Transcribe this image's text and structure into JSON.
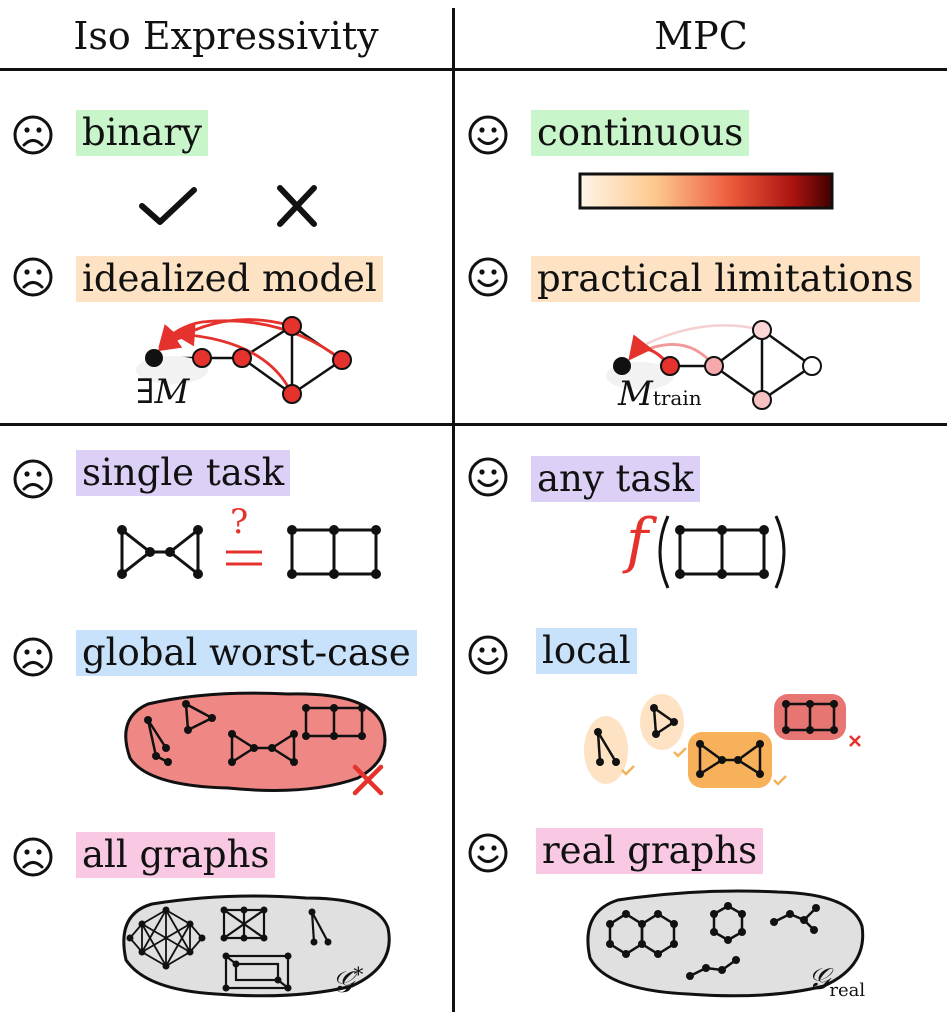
{
  "columns": {
    "left_title": "Iso Expressivity",
    "right_title": "MPC"
  },
  "rows": [
    {
      "left": "binary",
      "right": "continuous"
    },
    {
      "left": "idealized model",
      "right": "practical limitations"
    },
    {
      "left": "single task",
      "right": "any task"
    },
    {
      "left": "global worst-case",
      "right": "local"
    },
    {
      "left": "all graphs",
      "right": "real graphs"
    }
  ],
  "annotations": {
    "exists_model": "∃M",
    "trained_model_main": "M",
    "trained_model_sub": "train",
    "question_equal": "?",
    "function_symbol": "f",
    "all_graphs_symbol": "𝒢",
    "all_graphs_sup": "*",
    "real_graphs_symbol": "𝒢",
    "real_graphs_sub": "real"
  },
  "colors": {
    "accent_red": "#e5322d",
    "check_orange": "#f2b35a",
    "green_highlight": "#c8f5c9",
    "peach_highlight": "#fde2c4",
    "lilac_highlight": "#ddd0f7",
    "blue_highlight": "#c8e2fb",
    "pink_highlight": "#f9c9e4",
    "region_red": "#ef8884",
    "region_gray": "#e0e0e0"
  },
  "icons": {
    "sad": "sad-face-icon",
    "happy": "happy-face-icon",
    "check": "checkmark-icon",
    "cross": "cross-icon"
  }
}
